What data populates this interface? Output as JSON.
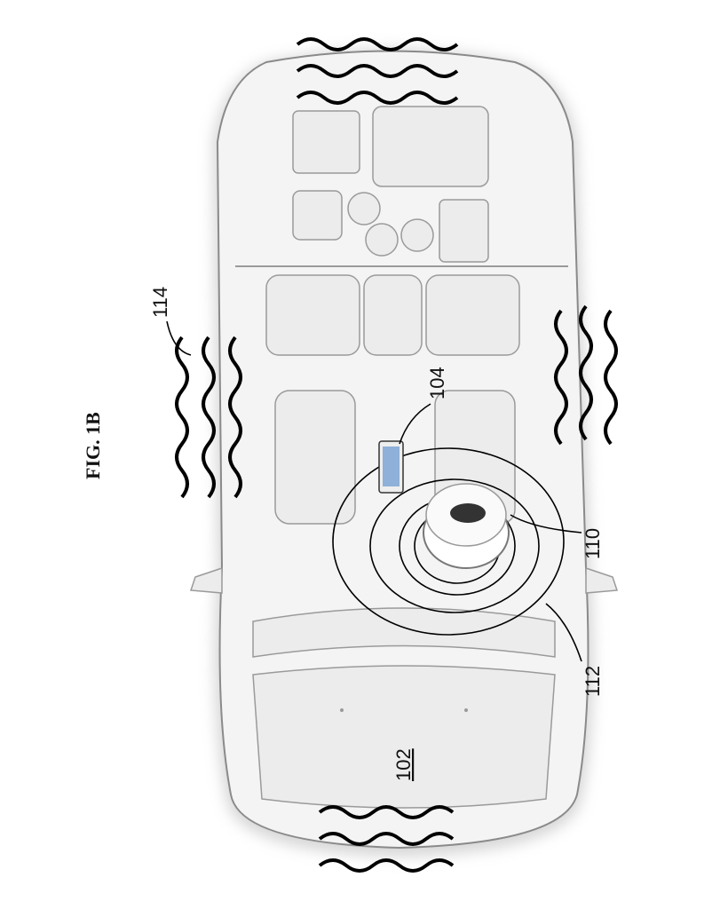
{
  "figure": {
    "title": "FIG. 1B",
    "labels": {
      "vehicle": "102",
      "mobile_device": "104",
      "wireless_device": "110",
      "signal_field": "112",
      "external_signal": "114"
    }
  }
}
